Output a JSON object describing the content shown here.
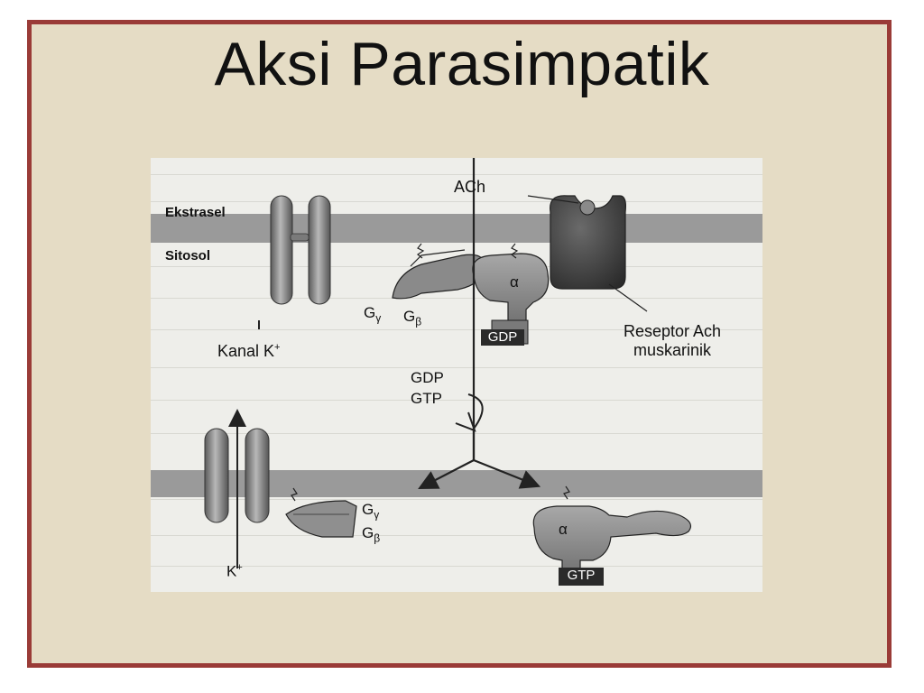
{
  "slide": {
    "title": "Aksi Parasimpatik"
  },
  "diagram": {
    "regions": {
      "extracellular": "Ekstrasel",
      "cytosol": "Sitosol"
    },
    "labels": {
      "ach": "ACh",
      "receptor_line1": "Reseptor Ach",
      "receptor_line2": "muskarinik",
      "channel": "Kanal K",
      "channel_sup": "+",
      "gamma_top": "G",
      "gamma_sub": "γ",
      "beta_top": "G",
      "beta_sub": "β",
      "alpha": "α",
      "gdp_bound": "GDP",
      "gdp_release": "GDP",
      "gtp_uptake": "GTP",
      "gtp_bound": "GTP",
      "k_ion": "K",
      "k_ion_sup": "+",
      "gamma2_top": "G",
      "gamma2_sub": "γ",
      "beta2_top": "G",
      "beta2_sub": "β",
      "alpha2": "α"
    }
  }
}
